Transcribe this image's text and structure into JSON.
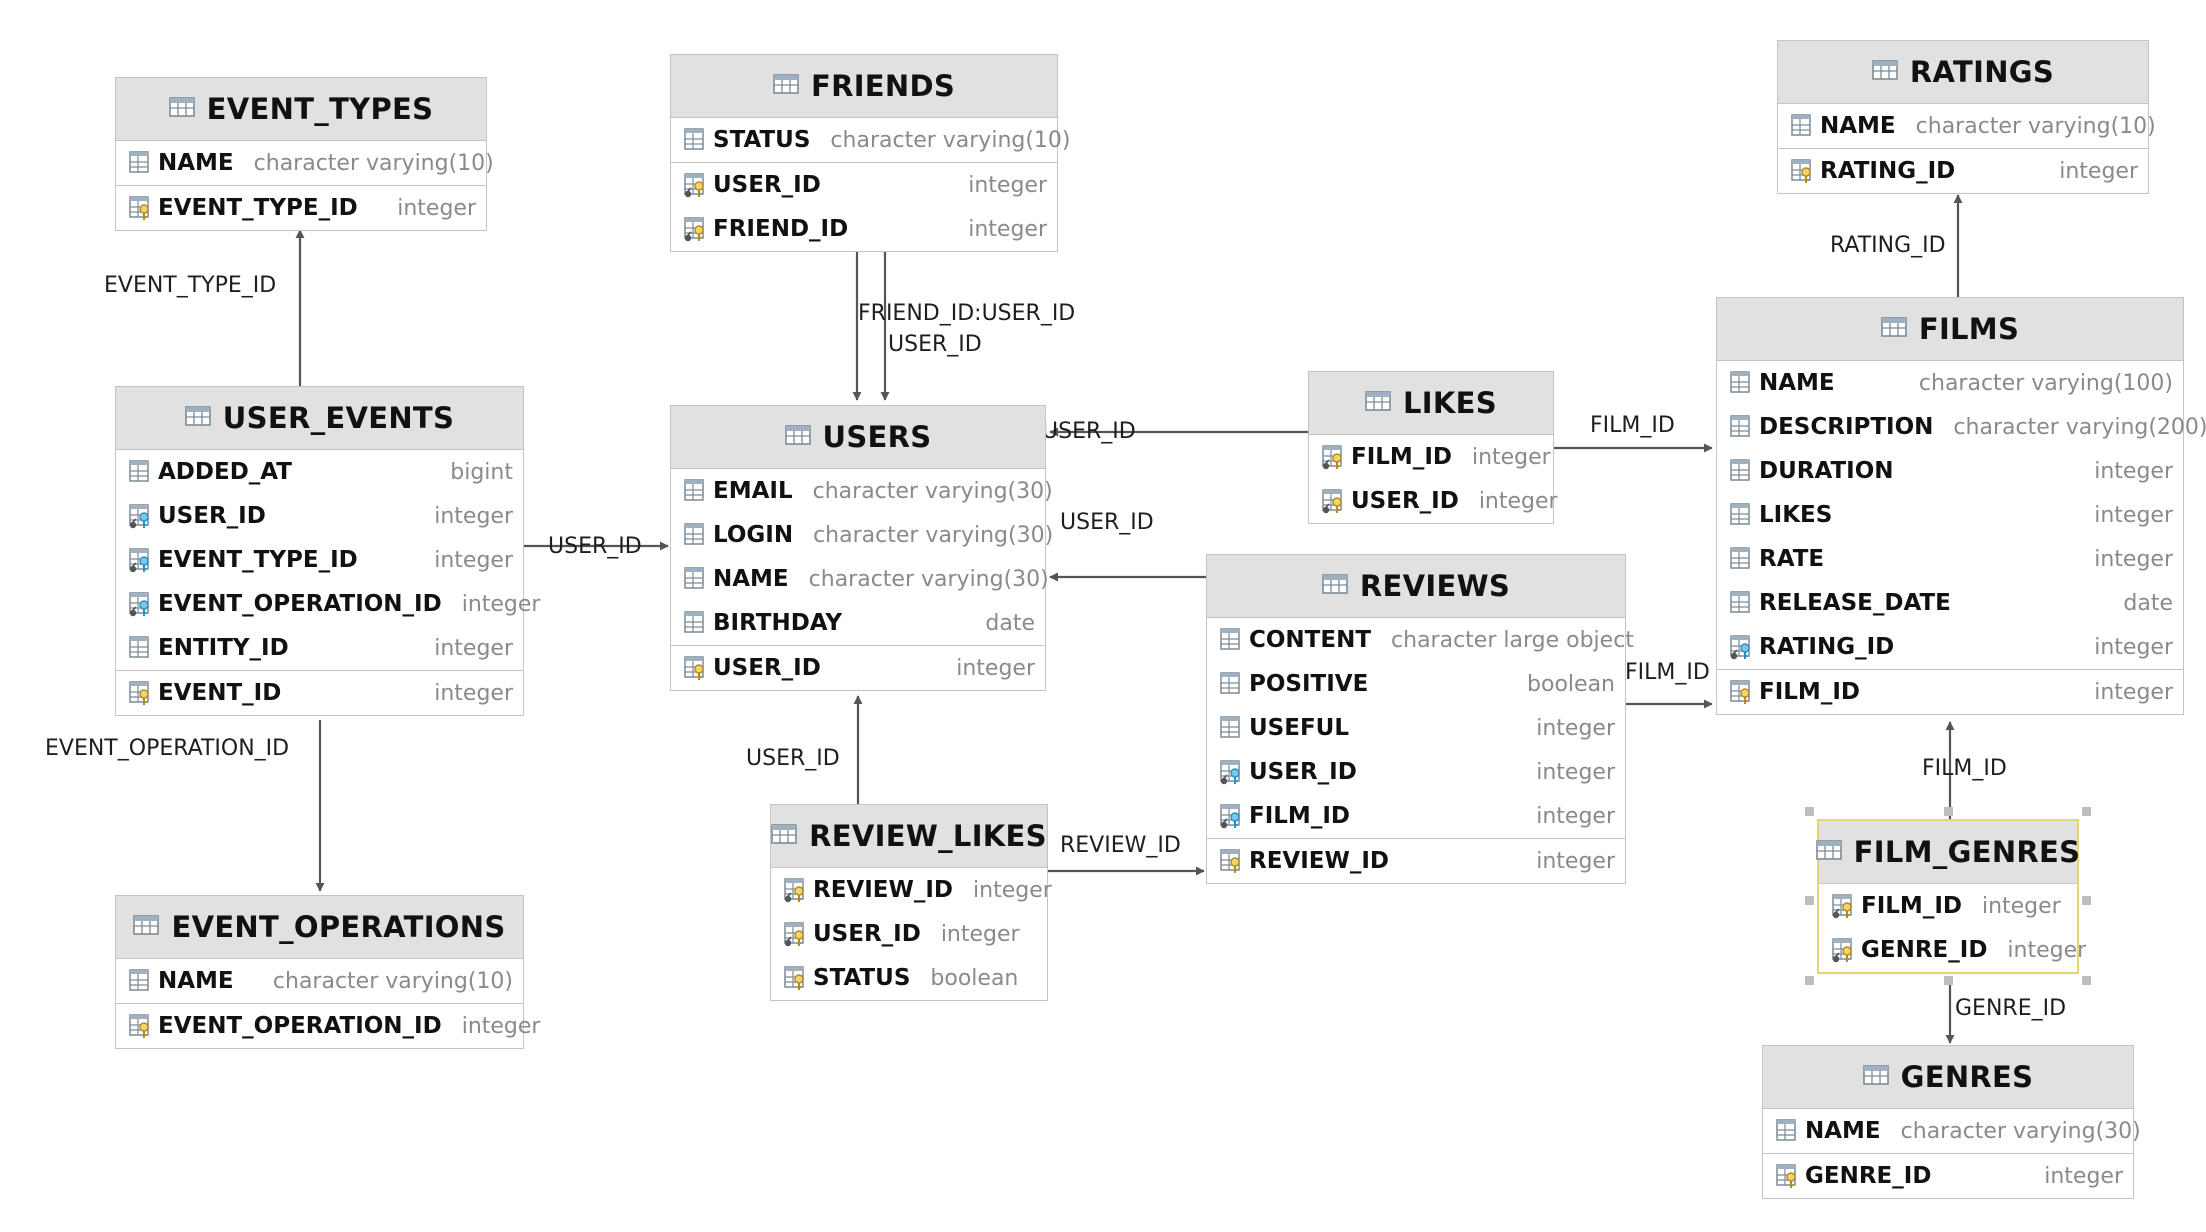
{
  "tables": [
    {
      "id": "event_types",
      "name": "EVENT_TYPES",
      "columns": [
        {
          "name": "NAME",
          "type": "character varying(10)",
          "kind": "col"
        }
      ],
      "keys": [
        {
          "name": "EVENT_TYPE_ID",
          "type": "integer",
          "kind": "pk"
        }
      ]
    },
    {
      "id": "friends",
      "name": "FRIENDS",
      "columns": [
        {
          "name": "STATUS",
          "type": "character varying(10)",
          "kind": "col"
        }
      ],
      "keys": [
        {
          "name": "USER_ID",
          "type": "integer",
          "kind": "pkfk"
        },
        {
          "name": "FRIEND_ID",
          "type": "integer",
          "kind": "pkfk"
        }
      ]
    },
    {
      "id": "ratings",
      "name": "RATINGS",
      "columns": [
        {
          "name": "NAME",
          "type": "character varying(10)",
          "kind": "col"
        }
      ],
      "keys": [
        {
          "name": "RATING_ID",
          "type": "integer",
          "kind": "pk"
        }
      ]
    },
    {
      "id": "user_events",
      "name": "USER_EVENTS",
      "columns": [
        {
          "name": "ADDED_AT",
          "type": "bigint",
          "kind": "col"
        },
        {
          "name": "USER_ID",
          "type": "integer",
          "kind": "fk"
        },
        {
          "name": "EVENT_TYPE_ID",
          "type": "integer",
          "kind": "fk"
        },
        {
          "name": "EVENT_OPERATION_ID",
          "type": "integer",
          "kind": "fk"
        },
        {
          "name": "ENTITY_ID",
          "type": "integer",
          "kind": "col"
        }
      ],
      "keys": [
        {
          "name": "EVENT_ID",
          "type": "integer",
          "kind": "pk"
        }
      ]
    },
    {
      "id": "users",
      "name": "USERS",
      "columns": [
        {
          "name": "EMAIL",
          "type": "character varying(30)",
          "kind": "col"
        },
        {
          "name": "LOGIN",
          "type": "character varying(30)",
          "kind": "col"
        },
        {
          "name": "NAME",
          "type": "character varying(30)",
          "kind": "col"
        },
        {
          "name": "BIRTHDAY",
          "type": "date",
          "kind": "col"
        }
      ],
      "keys": [
        {
          "name": "USER_ID",
          "type": "integer",
          "kind": "pk"
        }
      ]
    },
    {
      "id": "likes",
      "name": "LIKES",
      "columns": [],
      "keys": [
        {
          "name": "FILM_ID",
          "type": "integer",
          "kind": "pkfk"
        },
        {
          "name": "USER_ID",
          "type": "integer",
          "kind": "pkfk"
        }
      ]
    },
    {
      "id": "films",
      "name": "FILMS",
      "columns": [
        {
          "name": "NAME",
          "type": "character varying(100)",
          "kind": "col"
        },
        {
          "name": "DESCRIPTION",
          "type": "character varying(200)",
          "kind": "col"
        },
        {
          "name": "DURATION",
          "type": "integer",
          "kind": "col"
        },
        {
          "name": "LIKES",
          "type": "integer",
          "kind": "col"
        },
        {
          "name": "RATE",
          "type": "integer",
          "kind": "col"
        },
        {
          "name": "RELEASE_DATE",
          "type": "date",
          "kind": "col"
        },
        {
          "name": "RATING_ID",
          "type": "integer",
          "kind": "fk"
        }
      ],
      "keys": [
        {
          "name": "FILM_ID",
          "type": "integer",
          "kind": "pk"
        }
      ]
    },
    {
      "id": "reviews",
      "name": "REVIEWS",
      "columns": [
        {
          "name": "CONTENT",
          "type": "character large object",
          "kind": "col"
        },
        {
          "name": "POSITIVE",
          "type": "boolean",
          "kind": "col"
        },
        {
          "name": "USEFUL",
          "type": "integer",
          "kind": "col"
        },
        {
          "name": "USER_ID",
          "type": "integer",
          "kind": "fk"
        },
        {
          "name": "FILM_ID",
          "type": "integer",
          "kind": "fk"
        }
      ],
      "keys": [
        {
          "name": "REVIEW_ID",
          "type": "integer",
          "kind": "pk"
        }
      ]
    },
    {
      "id": "review_likes",
      "name": "REVIEW_LIKES",
      "columns": [],
      "keys": [
        {
          "name": "REVIEW_ID",
          "type": "integer",
          "kind": "pkfk"
        },
        {
          "name": "USER_ID",
          "type": "integer",
          "kind": "pkfk"
        },
        {
          "name": "STATUS",
          "type": "boolean",
          "kind": "pk"
        }
      ]
    },
    {
      "id": "film_genres",
      "name": "FILM_GENRES",
      "columns": [],
      "keys": [
        {
          "name": "FILM_ID",
          "type": "integer",
          "kind": "pkfk"
        },
        {
          "name": "GENRE_ID",
          "type": "integer",
          "kind": "pkfk"
        }
      ]
    },
    {
      "id": "event_operations",
      "name": "EVENT_OPERATIONS",
      "columns": [
        {
          "name": "NAME",
          "type": "character varying(10)",
          "kind": "col"
        }
      ],
      "keys": [
        {
          "name": "EVENT_OPERATION_ID",
          "type": "integer",
          "kind": "pk"
        }
      ]
    },
    {
      "id": "genres",
      "name": "GENRES",
      "columns": [
        {
          "name": "NAME",
          "type": "character varying(30)",
          "kind": "col"
        }
      ],
      "keys": [
        {
          "name": "GENRE_ID",
          "type": "integer",
          "kind": "pk"
        }
      ]
    }
  ],
  "relationships": [
    {
      "id": "ue_et",
      "label": "EVENT_TYPE_ID"
    },
    {
      "id": "friends_users",
      "label": "FRIEND_ID:USER_ID"
    },
    {
      "id": "friends_users2",
      "label": "USER_ID"
    },
    {
      "id": "films_ratings",
      "label": "RATING_ID"
    },
    {
      "id": "likes_users",
      "label": "USER_ID"
    },
    {
      "id": "likes_films",
      "label": "FILM_ID"
    },
    {
      "id": "ue_users",
      "label": "USER_ID"
    },
    {
      "id": "reviews_users",
      "label": "USER_ID"
    },
    {
      "id": "reviews_films",
      "label": "FILM_ID"
    },
    {
      "id": "ue_eo",
      "label": "EVENT_OPERATION_ID"
    },
    {
      "id": "rl_users",
      "label": "USER_ID"
    },
    {
      "id": "rl_reviews",
      "label": "REVIEW_ID"
    },
    {
      "id": "fg_films",
      "label": "FILM_ID"
    },
    {
      "id": "fg_genres",
      "label": "GENRE_ID"
    }
  ],
  "colors": {
    "line": "#555555",
    "header": "#e1e1e1",
    "border": "#c4c4c4",
    "selected": "#e6d66e",
    "type_text": "#8a8a8a"
  }
}
